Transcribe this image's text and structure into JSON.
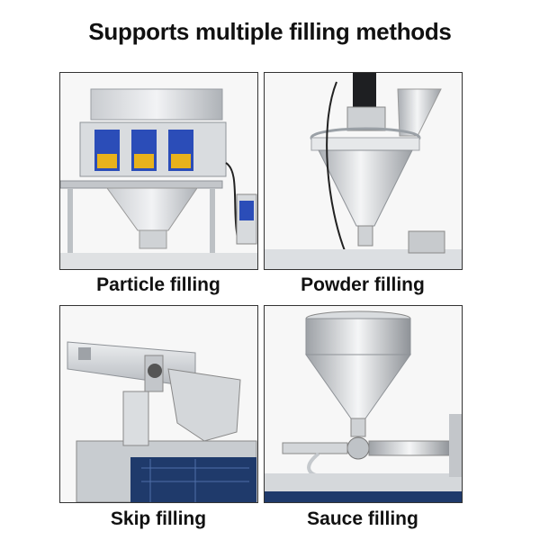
{
  "title": "Supports multiple filling methods",
  "panels": [
    {
      "caption": "Particle filling"
    },
    {
      "caption": "Powder filling"
    },
    {
      "caption": "Skip filling"
    },
    {
      "caption": "Sauce filling"
    }
  ],
  "colors": {
    "steel_light": "#e4e6e9",
    "steel_mid": "#b9bdc2",
    "steel_dark": "#7d8288",
    "screen_blue": "#2b4db8",
    "screen_yellow": "#e8b21c",
    "frame_blue": "#1f3a6b"
  }
}
